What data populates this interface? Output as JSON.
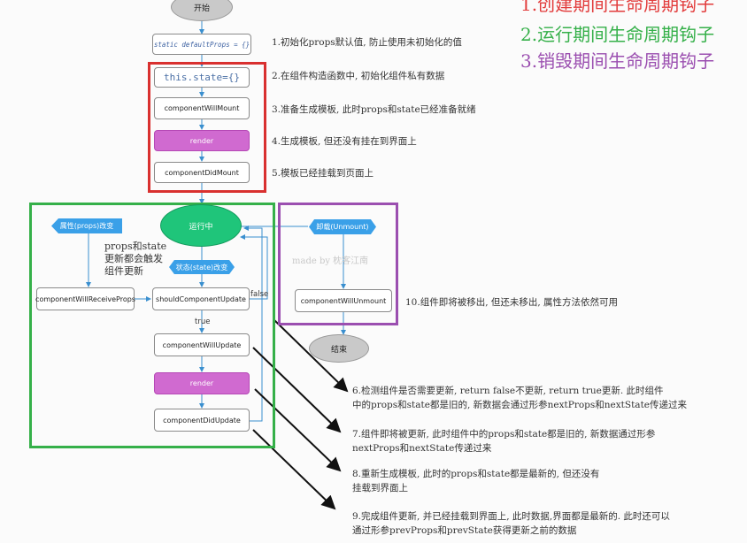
{
  "legend": {
    "create": "1.创建期间生命周期钩子",
    "run": "2.运行期间生命周期钩子",
    "destroy": "3.销毁期间生命周期钩子",
    "create_color": "#e23b3b",
    "run_color": "#35b049",
    "destroy_color": "#9b4fb0"
  },
  "nodes": {
    "start": "开始",
    "default_props": "static defaultProps = {}",
    "this_state": "this.state={}",
    "component_will_mount": "componentWillMount",
    "render1": "render",
    "component_did_mount": "componentDidMount",
    "running": "运行中",
    "props_change": "属性(props)改变",
    "state_change": "状态(state)改变",
    "component_will_receive_props": "componentWillReceiveProps",
    "should_component_update": "shouldComponentUpdate",
    "component_will_update": "componentWillUpdate",
    "render2": "render",
    "component_did_update": "componentDidUpdate",
    "unmount": "卸载(Unmount)",
    "component_will_unmount": "componentWillUnmount",
    "end": "结束",
    "label_true": "true",
    "label_false": "false",
    "props_state_note": "props和state\n更新都会触发\n组件更新",
    "watermark": "made by 枕客江南"
  },
  "notes": {
    "n1": "1.初始化props默认值, 防止使用未初始化的值",
    "n2": "2.在组件构造函数中, 初始化组件私有数据",
    "n3": "3.准备生成模板, 此时props和state已经准备就绪",
    "n4": "4.生成模板, 但还没有挂在到界面上",
    "n5": "5.模板已经挂载到页面上",
    "n10": "10.组件即将被移出, 但还未移出, 属性方法依然可用",
    "n6a": "6.检测组件是否需要更新, return false不更新, return true更新. 此时组件",
    "n6b": "中的props和state都是旧的, 新数据会通过形参nextProps和nextState传递过来",
    "n7a": "7.组件即将被更新, 此时组件中的props和state都是旧的, 新数据通过形参",
    "n7b": "nextProps和nextState传递过来",
    "n8a": "8.重新生成模板, 此时的props和state都是最新的, 但还没有",
    "n8b": "挂载到界面上",
    "n9a": "9.完成组件更新, 并已经挂载到界面上, 此时数据,界面都是最新的. 此时还可以",
    "n9b": "通过形参prevProps和prevState获得更新之前的数据"
  }
}
